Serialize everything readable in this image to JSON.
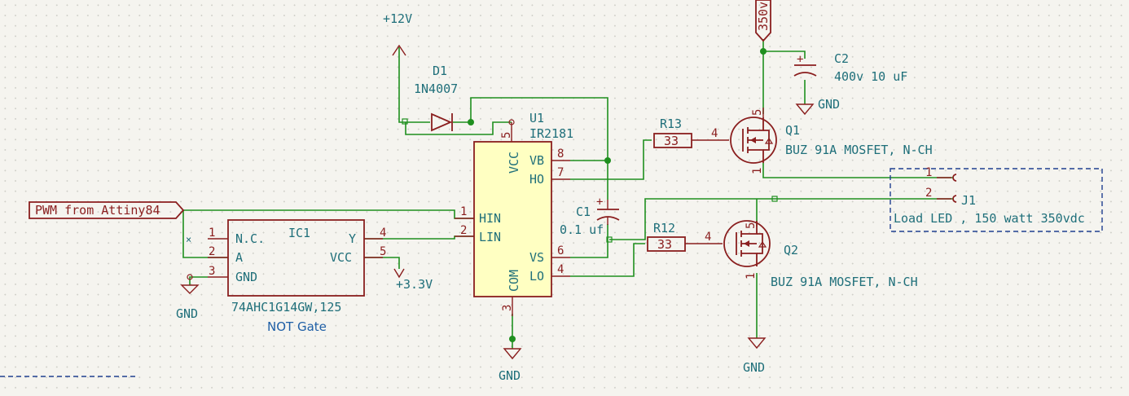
{
  "power": {
    "p12v": "+12V",
    "p350v": "350v",
    "p33v": "+3.3V",
    "gnd": "GND"
  },
  "labels": {
    "pwm_input": "PWM from Attiny84"
  },
  "components": {
    "D1": {
      "ref": "D1",
      "value": "1N4007"
    },
    "U1": {
      "ref": "U1",
      "value": "IR2181",
      "pins": {
        "vcc": "VCC",
        "vb": "VB",
        "ho": "HO",
        "hin": "HIN",
        "lin": "LIN",
        "vs": "VS",
        "com": "COM",
        "lo": "LO"
      },
      "pin_numbers": {
        "vcc": "5",
        "vb": "8",
        "ho": "7",
        "hin": "1",
        "lin": "2",
        "vs": "6",
        "lo": "4",
        "com": "3"
      }
    },
    "IC1": {
      "ref": "IC1",
      "value": "74AHC1G14GW,125",
      "description": "NOT Gate",
      "pins": {
        "nc": "N.C.",
        "a": "A",
        "gnd": "GND",
        "y": "Y",
        "vcc": "VCC"
      },
      "pin_numbers": {
        "nc": "1",
        "a": "2",
        "gnd": "3",
        "y": "4",
        "vcc": "5"
      }
    },
    "C1": {
      "ref": "C1",
      "value": "0.1 uf"
    },
    "C2": {
      "ref": "C2",
      "value": "400v 10 uF"
    },
    "R13": {
      "ref": "R13",
      "value": "33",
      "pin": "4"
    },
    "R12": {
      "ref": "R12",
      "value": "33",
      "pin": "4"
    },
    "Q1": {
      "ref": "Q1",
      "value": "BUZ 91A MOSFET, N-CH",
      "pin_drain": "5",
      "pin_source": "1"
    },
    "Q2": {
      "ref": "Q2",
      "value": "BUZ 91A MOSFET, N-CH",
      "pin_drain": "5",
      "pin_source": "1"
    },
    "J1": {
      "ref": "J1",
      "value": "Load LED , 150 watt 350vdc",
      "pin1": "1",
      "pin2": "2"
    }
  }
}
